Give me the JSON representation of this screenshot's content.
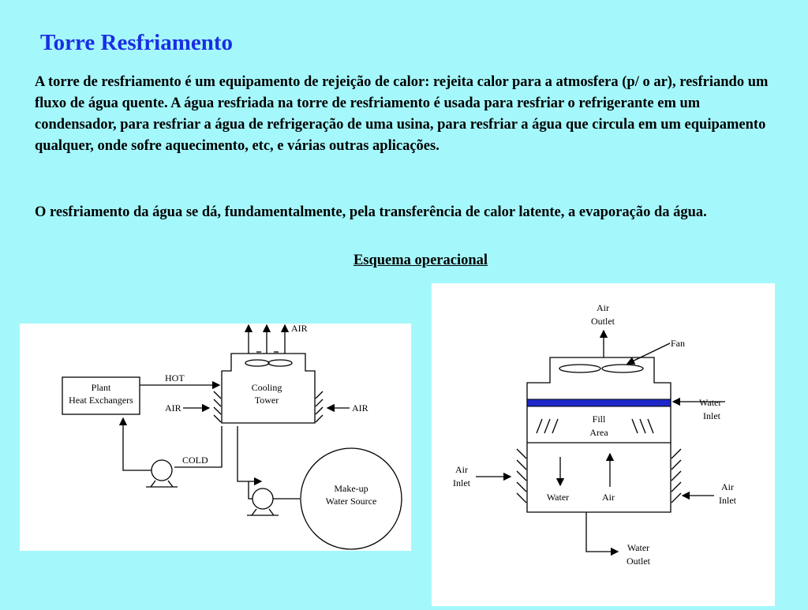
{
  "slide": {
    "title": "Torre Resfriamento",
    "paragraph1": "A torre de resfriamento é um equipamento de rejeição de calor: rejeita calor para a atmosfera (p/ o ar), resfriando um fluxo de água quente. A água resfriada na torre de resfriamento é usada para resfriar o refrigerante em um condensador, para resfriar a água de refrigeração de uma usina, para resfriar a água que circula em um equipamento qualquer, onde sofre aquecimento, etc, e várias outras aplicações.",
    "paragraph2": "O resfriamento da água se dá, fundamentalmente, pela transferência de calor latente, a evaporação da água.",
    "caption": "Esquema operacional"
  },
  "colors": {
    "background": "#a4f8fc",
    "title": "#1a2ee6",
    "fill_band": "#1e28c8"
  },
  "diagram_left": {
    "plant_line1": "Plant",
    "plant_line2": "Heat Exchangers",
    "tower_line1": "Cooling",
    "tower_line2": "Tower",
    "makeup_line1": "Make-up",
    "makeup_line2": "Water Source",
    "hot": "HOT",
    "cold": "COLD",
    "air_top": "AIR",
    "air_left": "AIR",
    "air_right": "AIR"
  },
  "diagram_right": {
    "air_outlet_1": "Air",
    "air_outlet_2": "Outlet",
    "fan": "Fan",
    "water_inlet_1": "Water",
    "water_inlet_2": "Inlet",
    "fill_1": "Fill",
    "fill_2": "Area",
    "air_inlet_left_1": "Air",
    "air_inlet_left_2": "Inlet",
    "air_inlet_right_1": "Air",
    "air_inlet_right_2": "Inlet",
    "water": "Water",
    "air": "Air",
    "water_outlet_1": "Water",
    "water_outlet_2": "Outlet"
  }
}
